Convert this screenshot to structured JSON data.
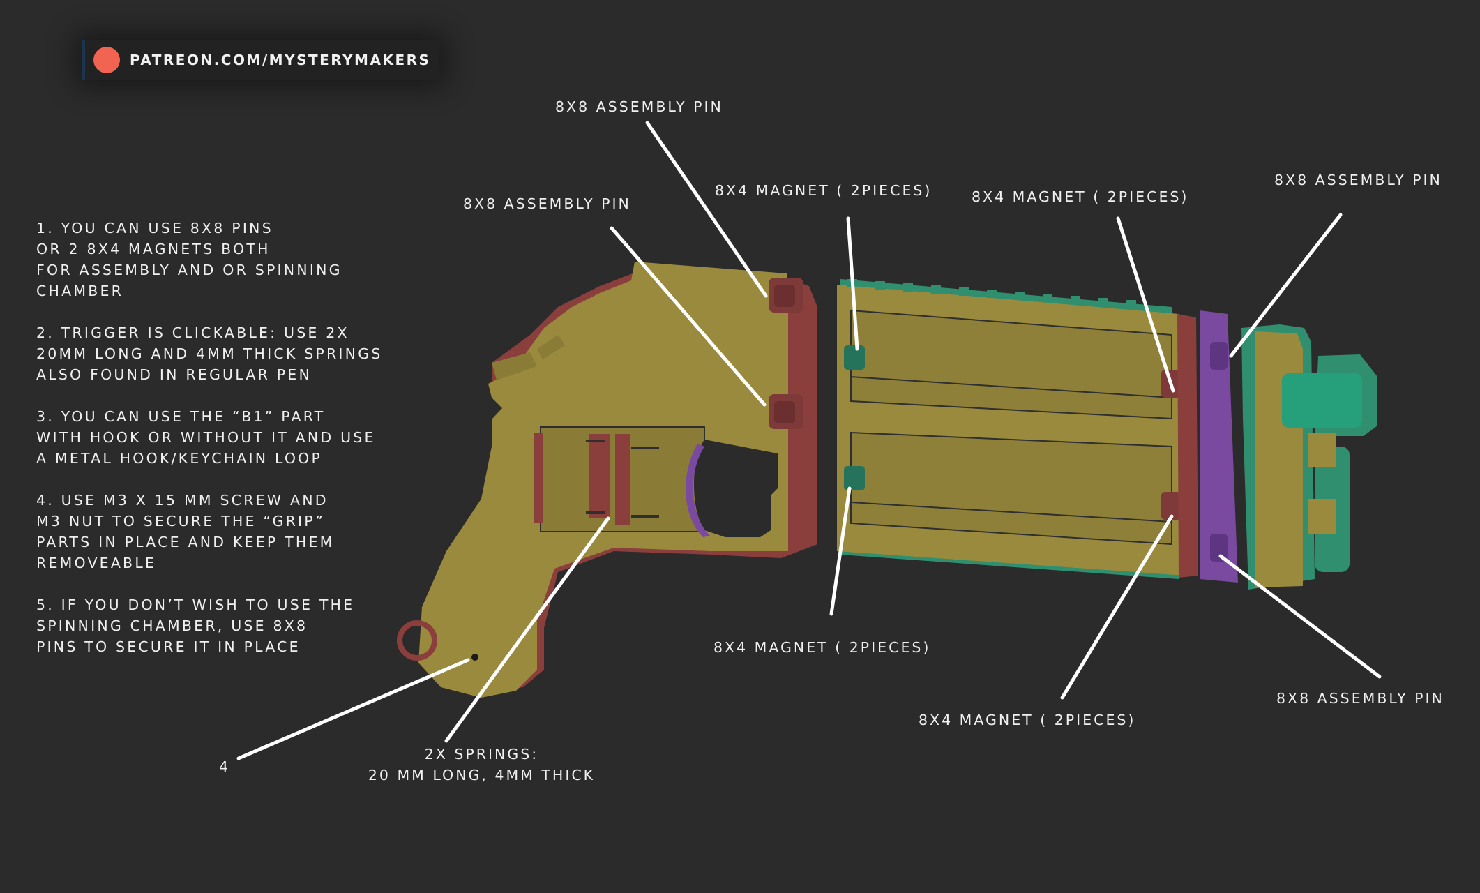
{
  "brand": {
    "text": "PATREON.COM/MYSTERYMAKERS",
    "icon": "patreon-dot-icon",
    "color": "#f06451"
  },
  "colors": {
    "background": "#2b2b2b",
    "body": "#9a8a3e",
    "shadow_red": "#8a3f3c",
    "accent_green": "#2f8f6f",
    "accent_purple": "#7a4aa0",
    "leader": "#ffffff"
  },
  "notes": [
    {
      "lines": [
        "1. YOU CAN USE 8X8 PINS",
        "OR 2 8X4 MAGNETS BOTH",
        "FOR ASSEMBLY AND OR SPINNING",
        "CHAMBER"
      ]
    },
    {
      "lines": [
        "2. TRIGGER IS CLICKABLE: USE 2X",
        "20MM LONG AND 4MM THICK SPRINGS",
        "ALSO FOUND IN REGULAR PEN"
      ]
    },
    {
      "lines": [
        "3. YOU CAN USE THE “B1” PART",
        "WITH HOOK OR WITHOUT IT AND USE",
        "A METAL HOOK/KEYCHAIN LOOP"
      ]
    },
    {
      "lines": [
        "4. USE  M3 X 15 MM SCREW AND",
        "M3 NUT TO SECURE THE “GRIP”",
        "PARTS IN PLACE AND KEEP THEM",
        "REMOVEABLE"
      ]
    },
    {
      "lines": [
        "5. IF YOU DON’T WISH TO USE THE",
        "SPINNING CHAMBER, USE 8X8",
        "PINS TO SECURE IT IN PLACE"
      ]
    }
  ],
  "callouts": {
    "pin_top": "8X8 ASSEMBLY PIN",
    "pin_frame": "8X8 ASSEMBLY PIN",
    "magnet_top_left": "8X4 MAGNET ( 2PIECES)",
    "magnet_top_right": "8X4 MAGNET ( 2PIECES)",
    "pin_right_top": "8X8 ASSEMBLY PIN",
    "magnet_bottom_left": "8X4 MAGNET ( 2PIECES)",
    "magnet_bottom_right": "8X4 MAGNET ( 2PIECES)",
    "pin_right_bottom": "8X8 ASSEMBLY PIN",
    "screw_ref": "4",
    "springs_line1": "2X SPRINGS:",
    "springs_line2": "20 MM LONG, 4MM THICK"
  }
}
